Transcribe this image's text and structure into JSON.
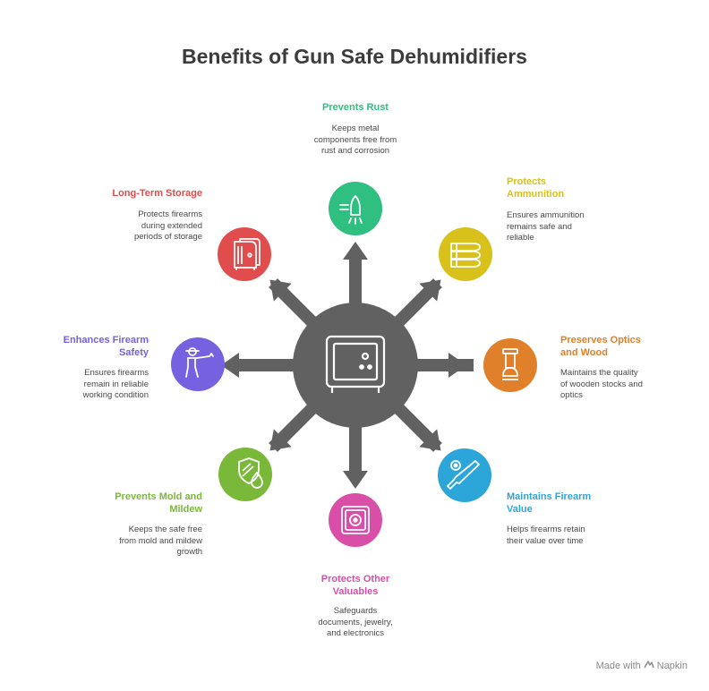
{
  "title": "Benefits of Gun Safe Dehumidifiers",
  "colors": {
    "hub": "#616161",
    "arrows": "#616161",
    "rust": "#2fbf80",
    "ammo": "#d9c11b",
    "optics": "#e0802a",
    "value": "#2ca6d8",
    "valuables": "#d94fa8",
    "mold": "#7ab83a",
    "safety": "#7662e0",
    "storage": "#e14d4d"
  },
  "benefits": {
    "rust": {
      "title": "Prevents Rust",
      "desc": [
        "Keeps metal",
        "components free from",
        "rust and corrosion"
      ],
      "icon": "bullet-icon"
    },
    "ammo": {
      "title": [
        "Protects",
        "Ammunition"
      ],
      "desc": [
        "Ensures ammunition",
        "remains safe and",
        "reliable"
      ],
      "icon": "ammunition-icon"
    },
    "optics": {
      "title": [
        "Preserves Optics",
        "and Wood"
      ],
      "desc": [
        "Maintains the quality",
        "of wooden stocks and",
        "optics"
      ],
      "icon": "scope-icon"
    },
    "value": {
      "title": [
        "Maintains Firearm",
        "Value"
      ],
      "desc": [
        "Helps firearms retain",
        "their value over time"
      ],
      "icon": "rifle-icon"
    },
    "valuables": {
      "title": [
        "Protects Other",
        "Valuables"
      ],
      "desc": [
        "Safeguards",
        "documents, jewelry,",
        "and electronics"
      ],
      "icon": "vault-icon"
    },
    "mold": {
      "title": [
        "Prevents Mold and",
        "Mildew"
      ],
      "desc": [
        "Keeps the safe free",
        "from mold and mildew",
        "growth"
      ],
      "icon": "shield-drop-icon"
    },
    "safety": {
      "title": [
        "Enhances Firearm",
        "Safety"
      ],
      "desc": [
        "Ensures firearms",
        "remain in reliable",
        "working condition"
      ],
      "icon": "shooter-icon"
    },
    "storage": {
      "title": "Long-Term Storage",
      "desc": [
        "Protects firearms",
        "during extended",
        "periods of storage"
      ],
      "icon": "storage-cabinet-icon"
    }
  },
  "hub_icon": "safe-icon",
  "footer": {
    "made_with": "Made with",
    "brand": "Napkin"
  }
}
